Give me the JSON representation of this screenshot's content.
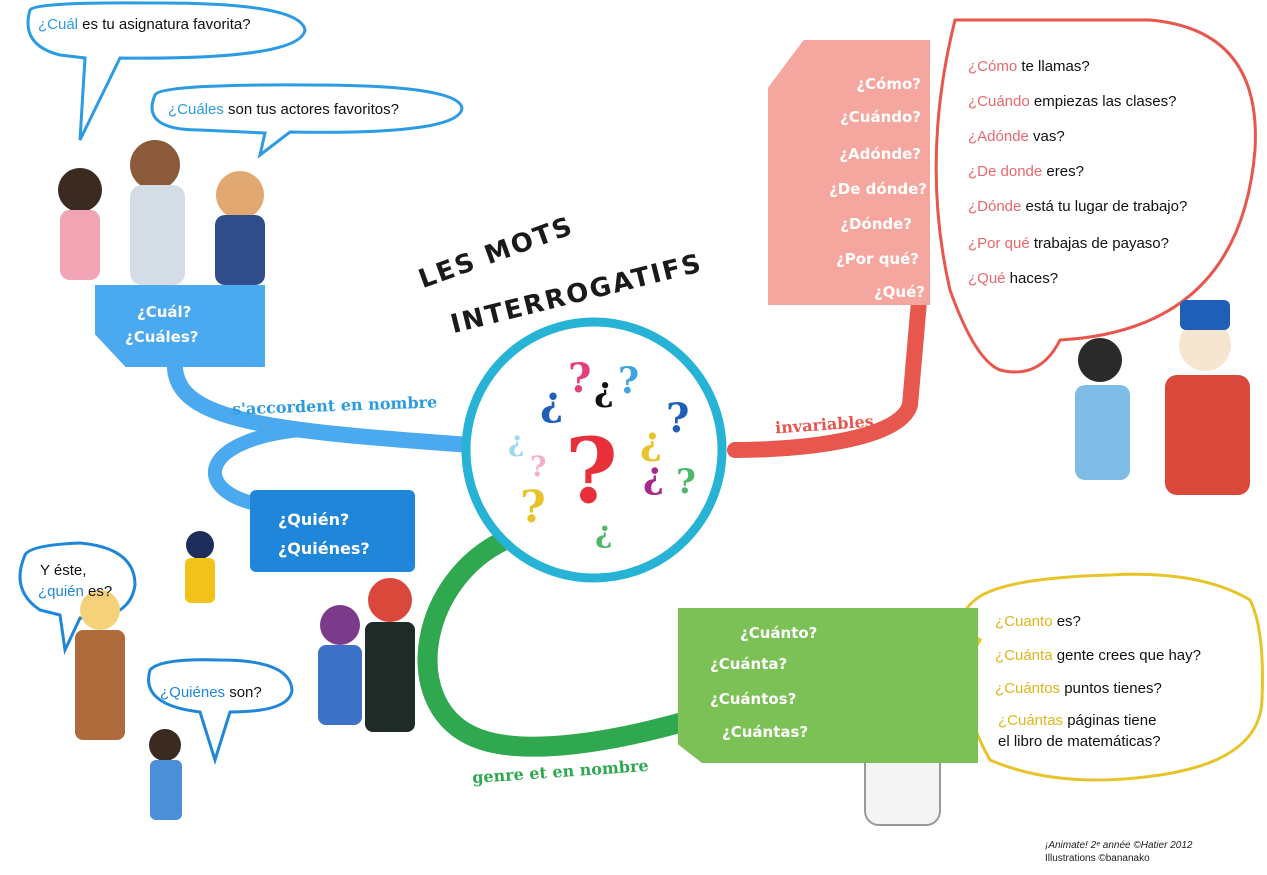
{
  "title": {
    "line1": "LES MOTS",
    "line2": "INTERROGATIFS"
  },
  "center_marks": [
    "¿",
    "?",
    "¿",
    "?",
    "¿",
    "?",
    "¿",
    "?",
    "?",
    "¿",
    "?",
    "?",
    "¿"
  ],
  "branch_plural": {
    "label": "s'accordent en nombre",
    "panel_words": [
      "¿Cuál?",
      "¿Cuáles?"
    ],
    "speech1": {
      "q": "¿Cuál",
      "rest": " es tu asignatura favorita?"
    },
    "speech2": {
      "q": "¿Cuáles",
      "rest": " son tus actores favoritos?"
    }
  },
  "branch_quien": {
    "panel_words": [
      "¿Quién?",
      "¿Quiénes?"
    ],
    "speech1": {
      "pre": "Y éste,",
      "q": "¿quién",
      "rest": " es?"
    },
    "speech2": {
      "q": "¿Quiénes",
      "rest": " son?"
    }
  },
  "branch_invariable": {
    "label": "invariables",
    "panel_words": [
      "¿Cómo?",
      "¿Cuándo?",
      "¿Adónde?",
      "¿De dónde?",
      "¿Dónde?",
      "¿Por qué?",
      "¿Qué?"
    ],
    "examples": [
      {
        "q": "¿Cómo",
        "rest": " te llamas?"
      },
      {
        "q": "¿Cuándo",
        "rest": " empiezas las clases?"
      },
      {
        "q": "¿Adónde",
        "rest": " vas?"
      },
      {
        "q": "¿De donde",
        "rest": " eres?"
      },
      {
        "q": "¿Dónde",
        "rest": " está tu lugar de trabajo?"
      },
      {
        "q": "¿Por qué",
        "rest": " trabajas de payaso?"
      },
      {
        "q": "¿Qué",
        "rest": " haces?"
      }
    ]
  },
  "branch_gender": {
    "label_line1": "s'accordent en",
    "label_line2": "genre et en nombre",
    "panel_words": [
      "¿Cuánto?",
      "¿Cuánta?",
      "¿Cuántos?",
      "¿Cuántas?"
    ],
    "examples": [
      {
        "q": "¿Cuanto",
        "rest": " es?"
      },
      {
        "q": "¿Cuánta",
        "rest": " gente crees que hay?"
      },
      {
        "q": "¿Cuántos",
        "rest": " puntos tienes?"
      },
      {
        "q": "¿Cuántas",
        "rest": " páginas tiene"
      }
    ],
    "example_last_line": "el libro de matemáticas?"
  },
  "credits": {
    "line1": "¡Animate! 2ᵉ année ©Hatier 2012",
    "line2": "Illustrations ©bananako"
  },
  "colors": {
    "blue": "#4aa9ef",
    "dark_blue": "#1f86da",
    "pink": "#f5a79f",
    "red": "#e8574d",
    "green": "#2fa84f",
    "light_green": "#7cc156",
    "cyan_ring": "#26b3d6",
    "yellow": "#e6c42a"
  }
}
